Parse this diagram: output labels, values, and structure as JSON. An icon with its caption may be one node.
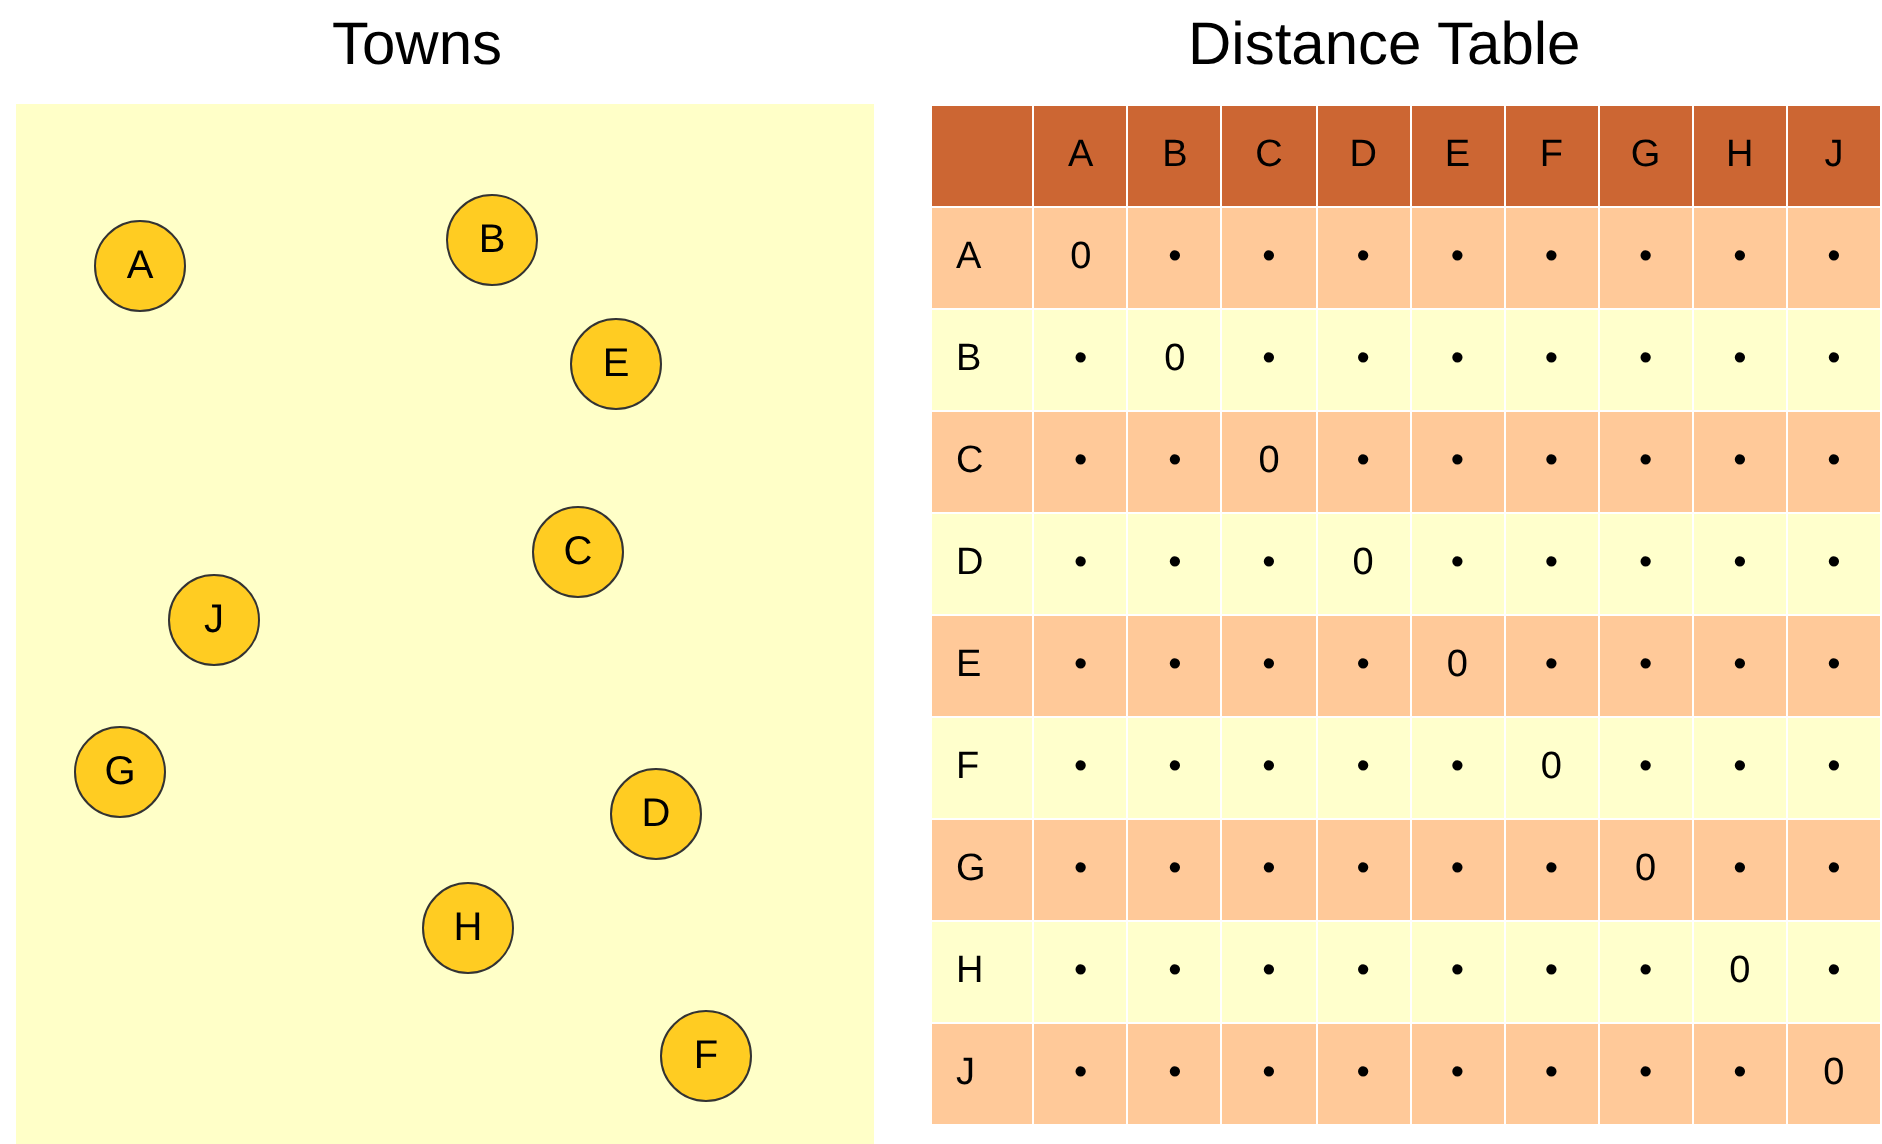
{
  "diagram": {
    "nodes": [
      {
        "text": [
          "Towns"
        ]
      },
      {
        "text": [
          "B"
        ],
        "in": 0
      },
      {
        "text": [
          "A"
        ],
        "in": 0
      },
      {
        "text": [
          "E"
        ],
        "in": 0
      },
      {
        "text": [
          "C"
        ],
        "in": 0
      },
      {
        "text": [
          "J"
        ],
        "in": 0
      },
      {
        "text": [
          "G"
        ],
        "in": 0
      },
      {
        "text": [
          "D"
        ],
        "in": 0
      },
      {
        "text": [
          "H"
        ],
        "in": 0
      },
      {
        "text": [
          "F"
        ],
        "in": 0
      }
    ],
    "edges": [],
    "labels": [
      "Distance Table",
      "A",
      "B",
      "C",
      "D",
      "E",
      "F",
      "G",
      "H",
      "J",
      "A",
      "0",
      "•",
      "•",
      "•",
      "•",
      "•",
      "•",
      "•",
      "•",
      "B",
      "•",
      "0",
      "•",
      "•",
      "•",
      "•",
      "•",
      "•",
      "•",
      "C",
      "•",
      "•",
      "0",
      "•",
      "•",
      "•",
      "•",
      "•",
      "•",
      "D",
      "•",
      "•",
      "•",
      "0",
      "•",
      "•",
      "•",
      "•",
      "•",
      "E",
      "•",
      "•",
      "•",
      "•",
      "0",
      "•",
      "•",
      "•",
      "•",
      "F",
      "•",
      "•",
      "•",
      "•",
      "•",
      "0",
      "•",
      "•",
      "•",
      "G",
      "•",
      "•",
      "•",
      "•",
      "•",
      "•",
      "0",
      "•",
      "•",
      "H",
      "•",
      "•",
      "•",
      "•",
      "•",
      "•",
      "•",
      "0",
      "•",
      "J",
      "•",
      "•",
      "•",
      "•",
      "•",
      "•",
      "•",
      "•",
      "0"
    ]
  }
}
